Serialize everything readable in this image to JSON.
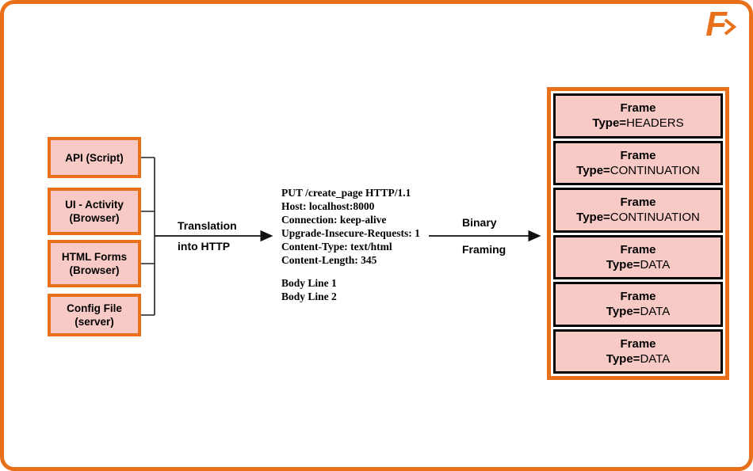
{
  "logo": {
    "letter": "F"
  },
  "sources": [
    {
      "lines": [
        "API (Script)"
      ]
    },
    {
      "lines": [
        "UI - Activity",
        "(Browser)"
      ]
    },
    {
      "lines": [
        "HTML Forms",
        "(Browser)"
      ]
    },
    {
      "lines": [
        "Config File",
        "(server)"
      ]
    }
  ],
  "translation_arrow": {
    "line1": "Translation",
    "line2": "into HTTP"
  },
  "http_request": {
    "header_lines": [
      "PUT /create_page HTTP/1.1",
      "Host: localhost:8000",
      "Connection: keep-alive",
      "Upgrade-Insecure-Requests: 1",
      "Content-Type: text/html",
      "Content-Length: 345"
    ],
    "body_lines": [
      "Body Line 1",
      "Body Line 2"
    ]
  },
  "framing_arrow": {
    "line1": "Binary",
    "line2": "Framing"
  },
  "frames": [
    {
      "title": "Frame",
      "type_label": "Type=",
      "type_value": "HEADERS"
    },
    {
      "title": "Frame",
      "type_label": "Type=",
      "type_value": "CONTINUATION"
    },
    {
      "title": "Frame",
      "type_label": "Type=",
      "type_value": "CONTINUATION"
    },
    {
      "title": "Frame",
      "type_label": "Type=",
      "type_value": "DATA"
    },
    {
      "title": "Frame",
      "type_label": "Type=",
      "type_value": "DATA"
    },
    {
      "title": "Frame",
      "type_label": "Type=",
      "type_value": "DATA"
    }
  ],
  "colors": {
    "accent_orange": "#E8701A",
    "box_pink": "#F8CAC5",
    "frame_border": "#111111"
  }
}
